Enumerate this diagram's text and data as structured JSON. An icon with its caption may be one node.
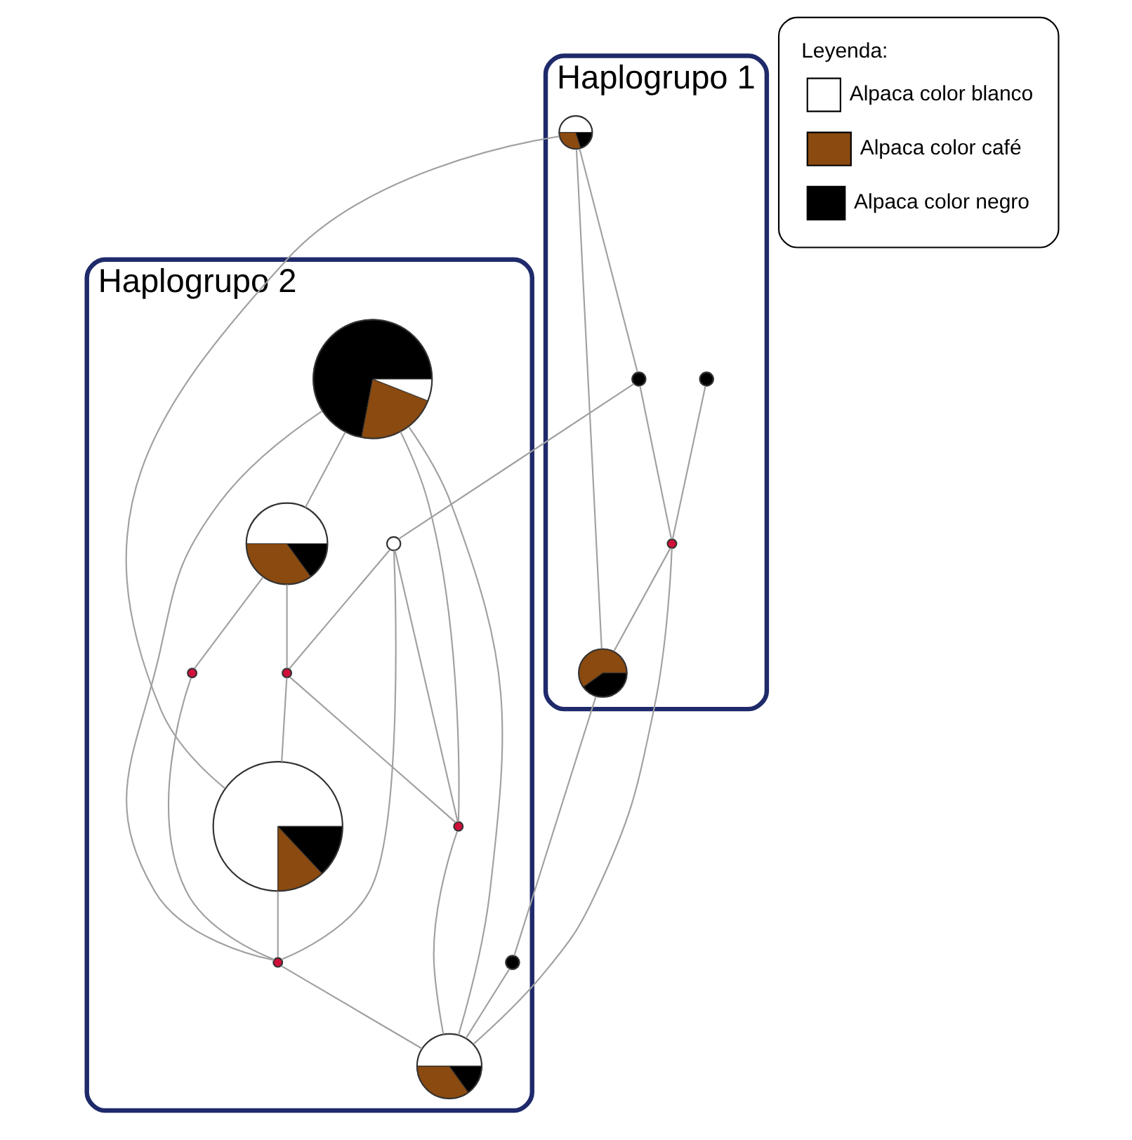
{
  "diagram": {
    "nodes": [
      {
        "text": [
          "Haplogrupo 1"
        ]
      },
      {
        "text": [],
        "shape": "circle",
        "in": 0
      },
      {
        "text": [],
        "shape": "circle",
        "in": 0
      },
      {
        "text": [],
        "shape": "circle",
        "in": 0
      },
      {
        "text": [],
        "shape": "circle",
        "in": 0
      },
      {
        "text": [],
        "shape": "circle",
        "in": 0
      },
      {
        "text": [
          "Haplogrupo 2"
        ]
      },
      {
        "text": [],
        "shape": "circle",
        "in": 6
      },
      {
        "text": [],
        "shape": "circle",
        "in": 6
      },
      {
        "text": [],
        "shape": "circle",
        "in": 6
      },
      {
        "text": [],
        "shape": "circle",
        "in": 6
      },
      {
        "text": [],
        "shape": "circle",
        "in": 6
      },
      {
        "text": [],
        "shape": "circle",
        "in": 6
      },
      {
        "text": [],
        "shape": "circle",
        "in": 6
      },
      {
        "text": [],
        "shape": "circle",
        "in": 6
      },
      {
        "text": [],
        "shape": "circle",
        "in": 6
      },
      {
        "text": [],
        "shape": "circle",
        "in": 6
      }
    ],
    "edges": [
      {
        "from": 1,
        "to": 2,
        "arrow": "none"
      },
      {
        "from": 1,
        "to": 3,
        "arrow": "none"
      },
      {
        "from": 3,
        "to": 5,
        "arrow": "none"
      },
      {
        "from": 4,
        "to": 5,
        "arrow": "none"
      },
      {
        "from": 5,
        "to": 2,
        "arrow": "none"
      },
      {
        "from": 1,
        "to": 13,
        "arrow": "none"
      },
      {
        "from": 3,
        "to": 9,
        "arrow": "none"
      },
      {
        "from": 5,
        "to": 15,
        "arrow": "none"
      },
      {
        "from": 2,
        "to": 16,
        "arrow": "none"
      },
      {
        "from": 16,
        "to": 15,
        "arrow": "none"
      },
      {
        "from": 7,
        "to": 8,
        "arrow": "none"
      },
      {
        "from": 7,
        "to": 10,
        "arrow": "none"
      },
      {
        "from": 7,
        "to": 14,
        "arrow": "none"
      },
      {
        "from": 7,
        "to": 15,
        "arrow": "none"
      },
      {
        "from": 10,
        "to": 15,
        "arrow": "none"
      },
      {
        "from": 9,
        "to": 10,
        "arrow": "none"
      },
      {
        "from": 9,
        "to": 12,
        "arrow": "none"
      },
      {
        "from": 9,
        "to": 14,
        "arrow": "none"
      },
      {
        "from": 8,
        "to": 11,
        "arrow": "none"
      },
      {
        "from": 8,
        "to": 12,
        "arrow": "none"
      },
      {
        "from": 12,
        "to": 10,
        "arrow": "none"
      },
      {
        "from": 12,
        "to": 13,
        "arrow": "none"
      },
      {
        "from": 11,
        "to": 14,
        "arrow": "none"
      },
      {
        "from": 13,
        "to": 14,
        "arrow": "none"
      },
      {
        "from": 14,
        "to": 15,
        "arrow": "none"
      }
    ],
    "labels": [
      "Leyenda:"
    ],
    "legend": [
      {
        "text": "Alpaca color blanco",
        "color": "#ffffff"
      },
      {
        "text": "Alpaca color café",
        "color": "#8b4a0f"
      },
      {
        "text": "Alpaca color negro",
        "color": "#000000"
      }
    ]
  }
}
